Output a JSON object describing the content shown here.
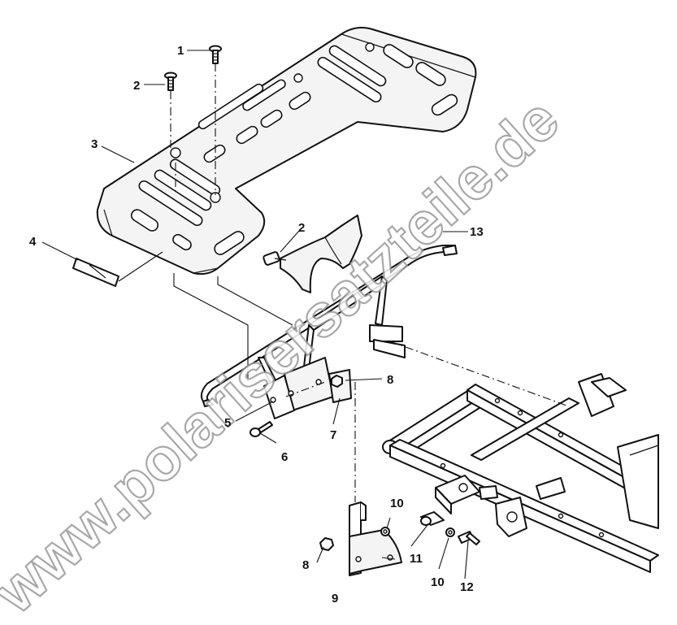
{
  "callouts": {
    "c1": "1",
    "c2a": "2",
    "c2b": "2",
    "c3": "3",
    "c4": "4",
    "c5": "5",
    "c6": "6",
    "c7": "7",
    "c8a": "8",
    "c8b": "8",
    "c9": "9",
    "c10a": "10",
    "c10b": "10",
    "c11": "11",
    "c12": "12",
    "c13": "13"
  },
  "watermark": "www.polarisersatzteile.de",
  "colors": {
    "line": "#111111",
    "watermark_outline": "#9a9a9a",
    "background": "#ffffff"
  }
}
